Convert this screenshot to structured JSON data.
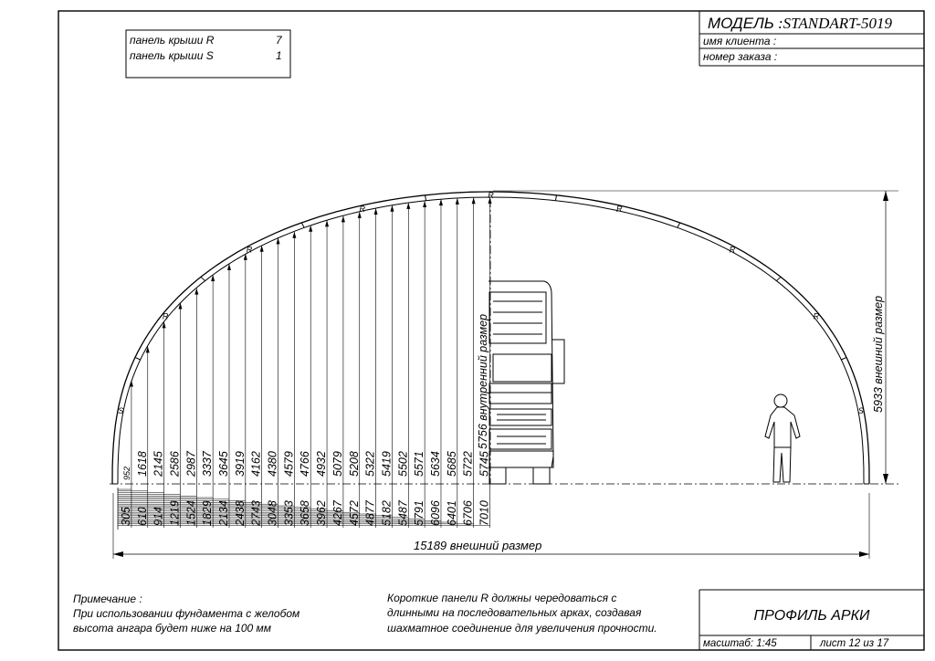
{
  "title_block": {
    "model_label": "МОДЕЛЬ",
    "model_value": ":STANDART-5019",
    "client_label": "имя клиента :",
    "order_label": "номер заказа :"
  },
  "panels_table": {
    "rows": [
      {
        "label": "панель крыши R",
        "count": "7"
      },
      {
        "label": "панель крыши S",
        "count": "1"
      }
    ]
  },
  "arch": {
    "panel_labels": [
      "S",
      "R",
      "R",
      "R",
      "R",
      "R",
      "R",
      "R",
      "S"
    ],
    "heights": [
      "952",
      "1618",
      "2145",
      "2586",
      "2987",
      "3337",
      "3645",
      "3919",
      "4162",
      "4380",
      "4579",
      "4766",
      "4932",
      "5079",
      "5208",
      "5322",
      "5419",
      "5502",
      "5571",
      "5634",
      "5685",
      "5722",
      "5745"
    ],
    "offsets": [
      "305",
      "610",
      "914",
      "1219",
      "1524",
      "1829",
      "2134",
      "2438",
      "2743",
      "3048",
      "3353",
      "3658",
      "3962",
      "4267",
      "4572",
      "4877",
      "5182",
      "5487",
      "5791",
      "6096",
      "6401",
      "6706",
      "7010"
    ],
    "inner_label": "5756 внутренний размер",
    "outer_height_label": "5933 внешний размер",
    "width_label": "15189 внешний размер"
  },
  "notes": {
    "left": [
      "Примечание :",
      "При использовании фундамента с желобом",
      "высота ангара будет ниже на 100 мм"
    ],
    "right": [
      "Короткие панели R должны чередоваться с",
      "длинными на последовательных арках, создавая",
      "шахматное соединение для увеличения прочности."
    ]
  },
  "footer": {
    "title": "ПРОФИЛЬ АРКИ",
    "scale": "масштаб: 1:45",
    "sheet": "лист 12 из 17"
  }
}
